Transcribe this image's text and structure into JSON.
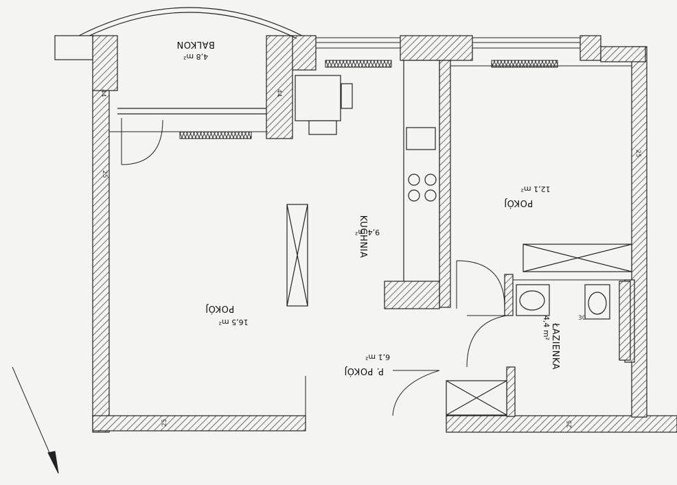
{
  "plan": {
    "rooms": [
      {
        "id": "balkon",
        "name": "BALKON",
        "area": "4,8 m²"
      },
      {
        "id": "kuchnia",
        "name": "KUCHNIA",
        "area": "9,4 m²"
      },
      {
        "id": "pokoj-big",
        "name": "POKÓJ",
        "area": "16,5 m²"
      },
      {
        "id": "pokoj-right",
        "name": "POKÓJ",
        "area": "12,1 m²"
      },
      {
        "id": "przedpokoj",
        "name": "P. POKÓJ",
        "area": "6,1 m²"
      },
      {
        "id": "lazienka",
        "name": "ŁAZIENKA",
        "area": "4,4 m²"
      }
    ],
    "dimensions": [
      "25",
      "25",
      "25",
      "25",
      "44",
      "44",
      "30"
    ],
    "colors": {
      "wall": "#2a2a2a",
      "hatch": "#333333",
      "line": "#222222",
      "paper": "#f4f4f2"
    }
  }
}
